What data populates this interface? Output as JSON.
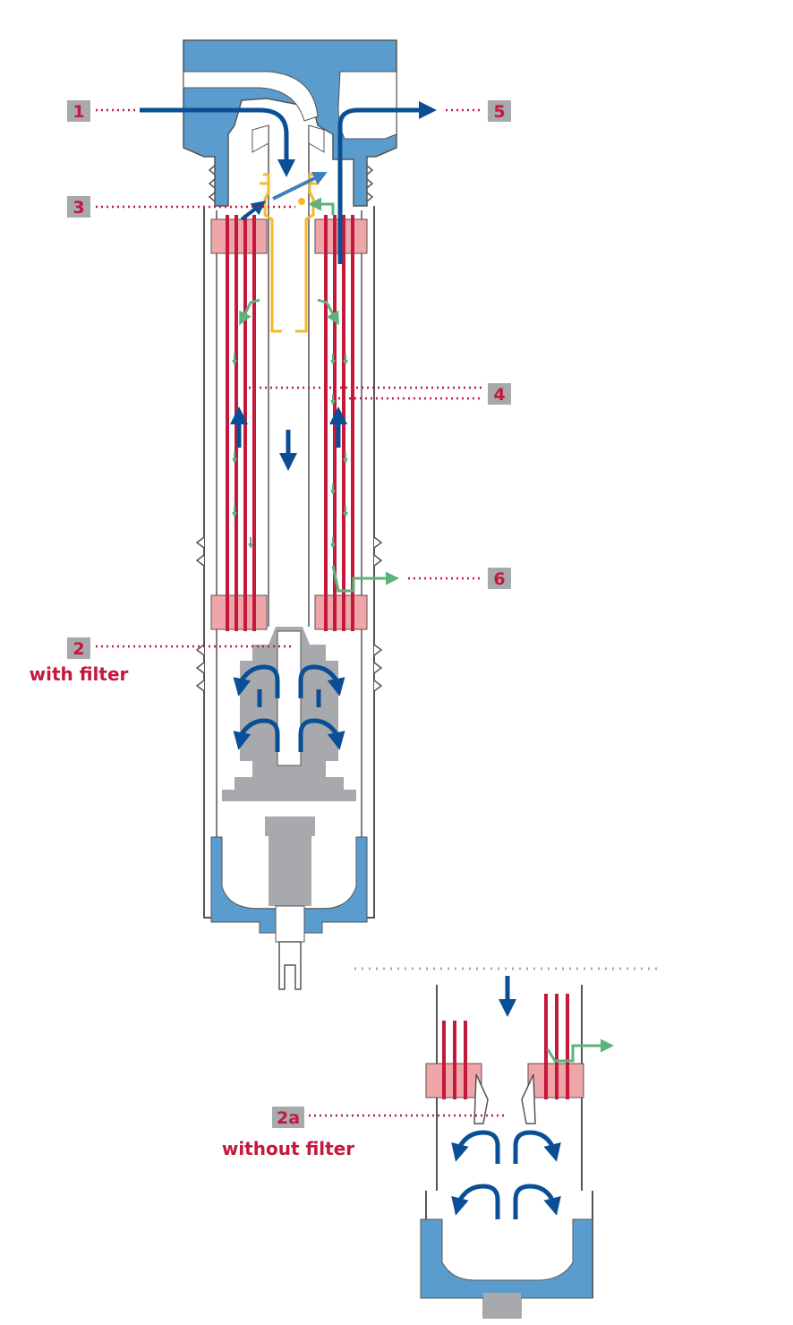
{
  "colors": {
    "housing_blue": "#5b9ccf",
    "flow_blue": "#0a4f96",
    "filter_red": "#c4183c",
    "filter_pink": "#f0a5a8",
    "clean_green": "#5db37a",
    "valve_orange": "#f5b82e",
    "grey": "#a7a9ac",
    "badge_grey": "#a7a9ac",
    "outline": "#555555"
  },
  "labels": {
    "l1": "1",
    "l2": "2",
    "l2_caption": "with filter",
    "l2a": "2a",
    "l2a_caption": "without filter",
    "l3": "3",
    "l4": "4",
    "l5": "5",
    "l6": "6"
  }
}
